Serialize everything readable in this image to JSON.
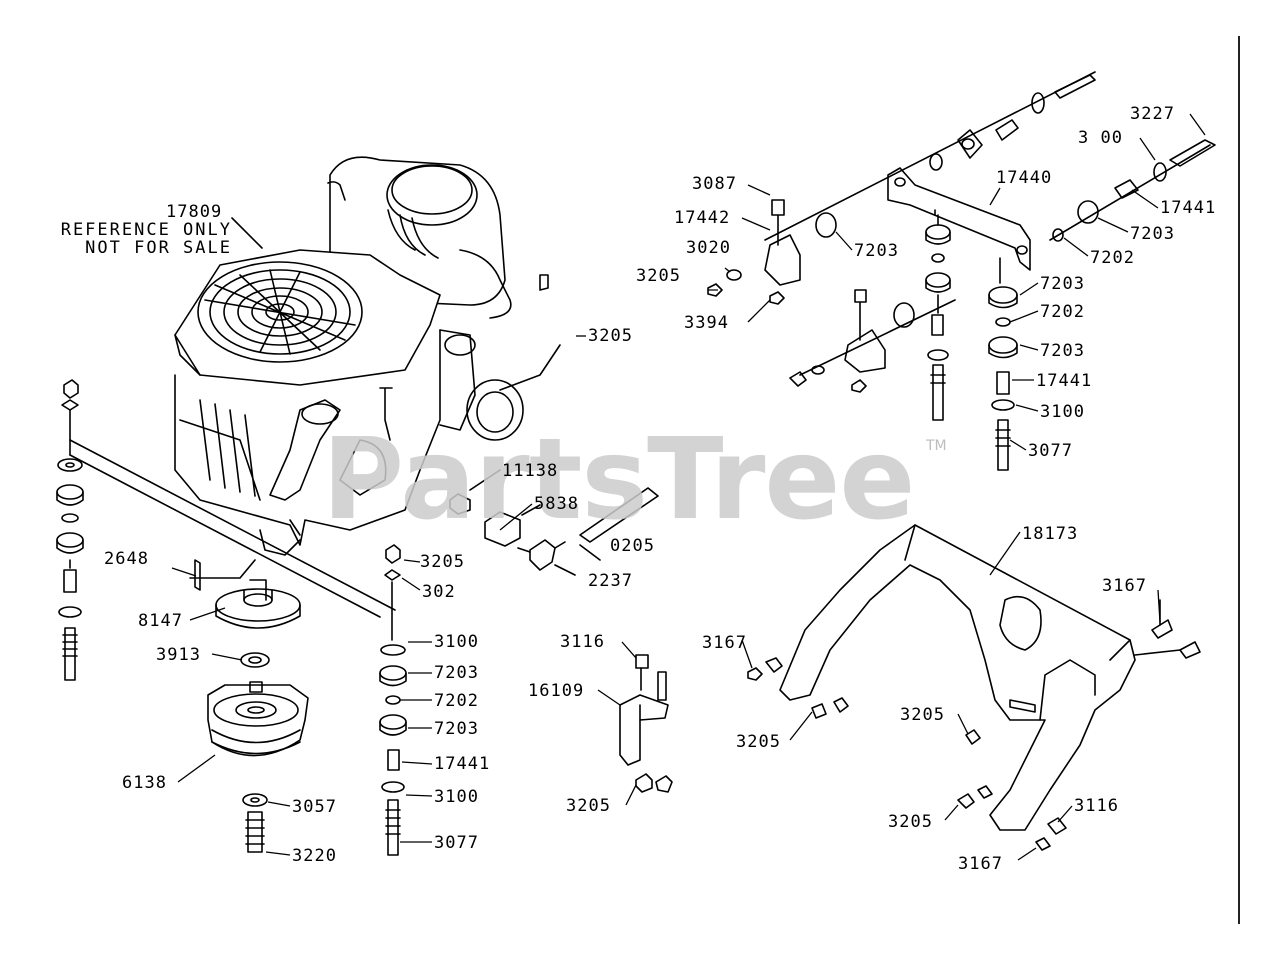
{
  "watermark": {
    "text": "PartsTree",
    "trademark": "TM"
  },
  "reference_note": [
    "REFERENCE ONLY",
    "NOT FOR SALE"
  ],
  "callouts": {
    "c17809": "17809",
    "c3205_a": "3205",
    "c11138": "11138",
    "c5838": "5838",
    "c0205": "0205",
    "c2237": "2237",
    "c3205_b": "3205",
    "c302": "302",
    "c2648": "2648",
    "c8147": "8147",
    "c3913": "3913",
    "c6138": "6138",
    "c3057": "3057",
    "c3220": "3220",
    "c3100_a": "3100",
    "c7203_a": "7203",
    "c7202_a": "7202",
    "c7203_b": "7203",
    "c17441_a": "17441",
    "c3100_b": "3100",
    "c3077_a": "3077",
    "c3087": "3087",
    "c17442": "17442",
    "c3020": "3020",
    "c3205_c": "3205",
    "c3394": "3394",
    "c17440": "17440",
    "c7203_c": "7203",
    "c3227": "3227",
    "c3100_c": "3 00",
    "c17441_b": "17441",
    "c7203_d": "7203",
    "c7202_b": "7202",
    "c7203_e": "7203",
    "c7202_c": "7202",
    "c7203_f": "7203",
    "c17441_c": "17441",
    "c3100_d": "3100",
    "c3077_b": "3077",
    "c3116_a": "3116",
    "c16109": "16109",
    "c3205_d": "3205",
    "c18173": "18173",
    "c3167_a": "3167",
    "c3167_b": "3167",
    "c3205_e": "3205",
    "c3205_f": "3205",
    "c3205_g": "3205",
    "c3116_b": "3116",
    "c3167_c": "3167"
  }
}
